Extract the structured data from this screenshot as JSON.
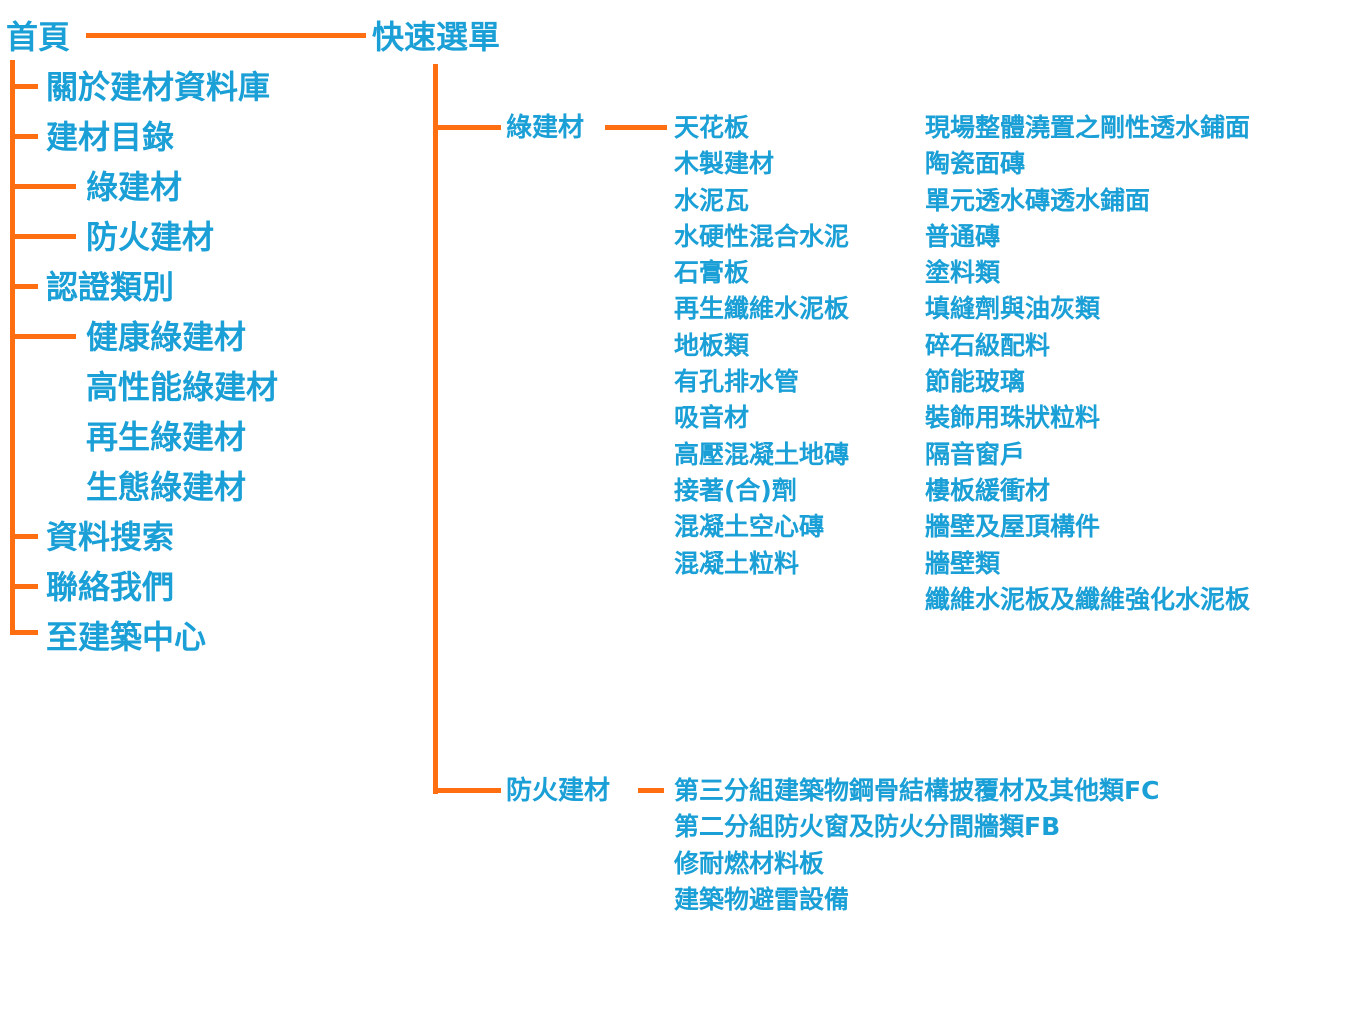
{
  "colors": {
    "text": "#1a9fd6",
    "line": "#ff6f12",
    "background": "#ffffff"
  },
  "home": "首頁",
  "quick_menu": "快速選單",
  "left_menu": {
    "about": "關於建材資料庫",
    "catalog": "建材目錄",
    "green": "綠建材",
    "fireproof": "防火建材",
    "cert_types": "認證類別",
    "healthy": "健康綠建材",
    "high_perf": "高性能綠建材",
    "recycled": "再生綠建材",
    "ecological": "生態綠建材",
    "search": "資料搜索",
    "contact": "聯絡我們",
    "center": "至建築中心"
  },
  "green_branch": {
    "label": "綠建材",
    "col1": [
      "天花板",
      "木製建材",
      "水泥瓦",
      "水硬性混合水泥",
      "石膏板",
      "再生纖維水泥板",
      "地板類",
      "有孔排水管",
      "吸音材",
      "高壓混凝土地磚",
      "接著(合)劑",
      "混凝土空心磚",
      "混凝土粒料"
    ],
    "col2": [
      "現場整體澆置之剛性透水鋪面",
      "陶瓷面磚",
      "單元透水磚透水鋪面",
      "普通磚",
      "塗料類",
      "填縫劑與油灰類",
      "碎石級配料",
      "節能玻璃",
      "裝飾用珠狀粒料",
      "隔音窗戶",
      "樓板緩衝材",
      "牆壁及屋頂構件",
      "牆壁類",
      "纖維水泥板及纖維強化水泥板"
    ]
  },
  "fire_branch": {
    "label": "防火建材",
    "items": [
      "第三分組建築物鋼骨結構披覆材及其他類FC",
      "第二分組防火窗及防火分間牆類FB",
      "修耐燃材料板",
      "建築物避雷設備"
    ]
  }
}
